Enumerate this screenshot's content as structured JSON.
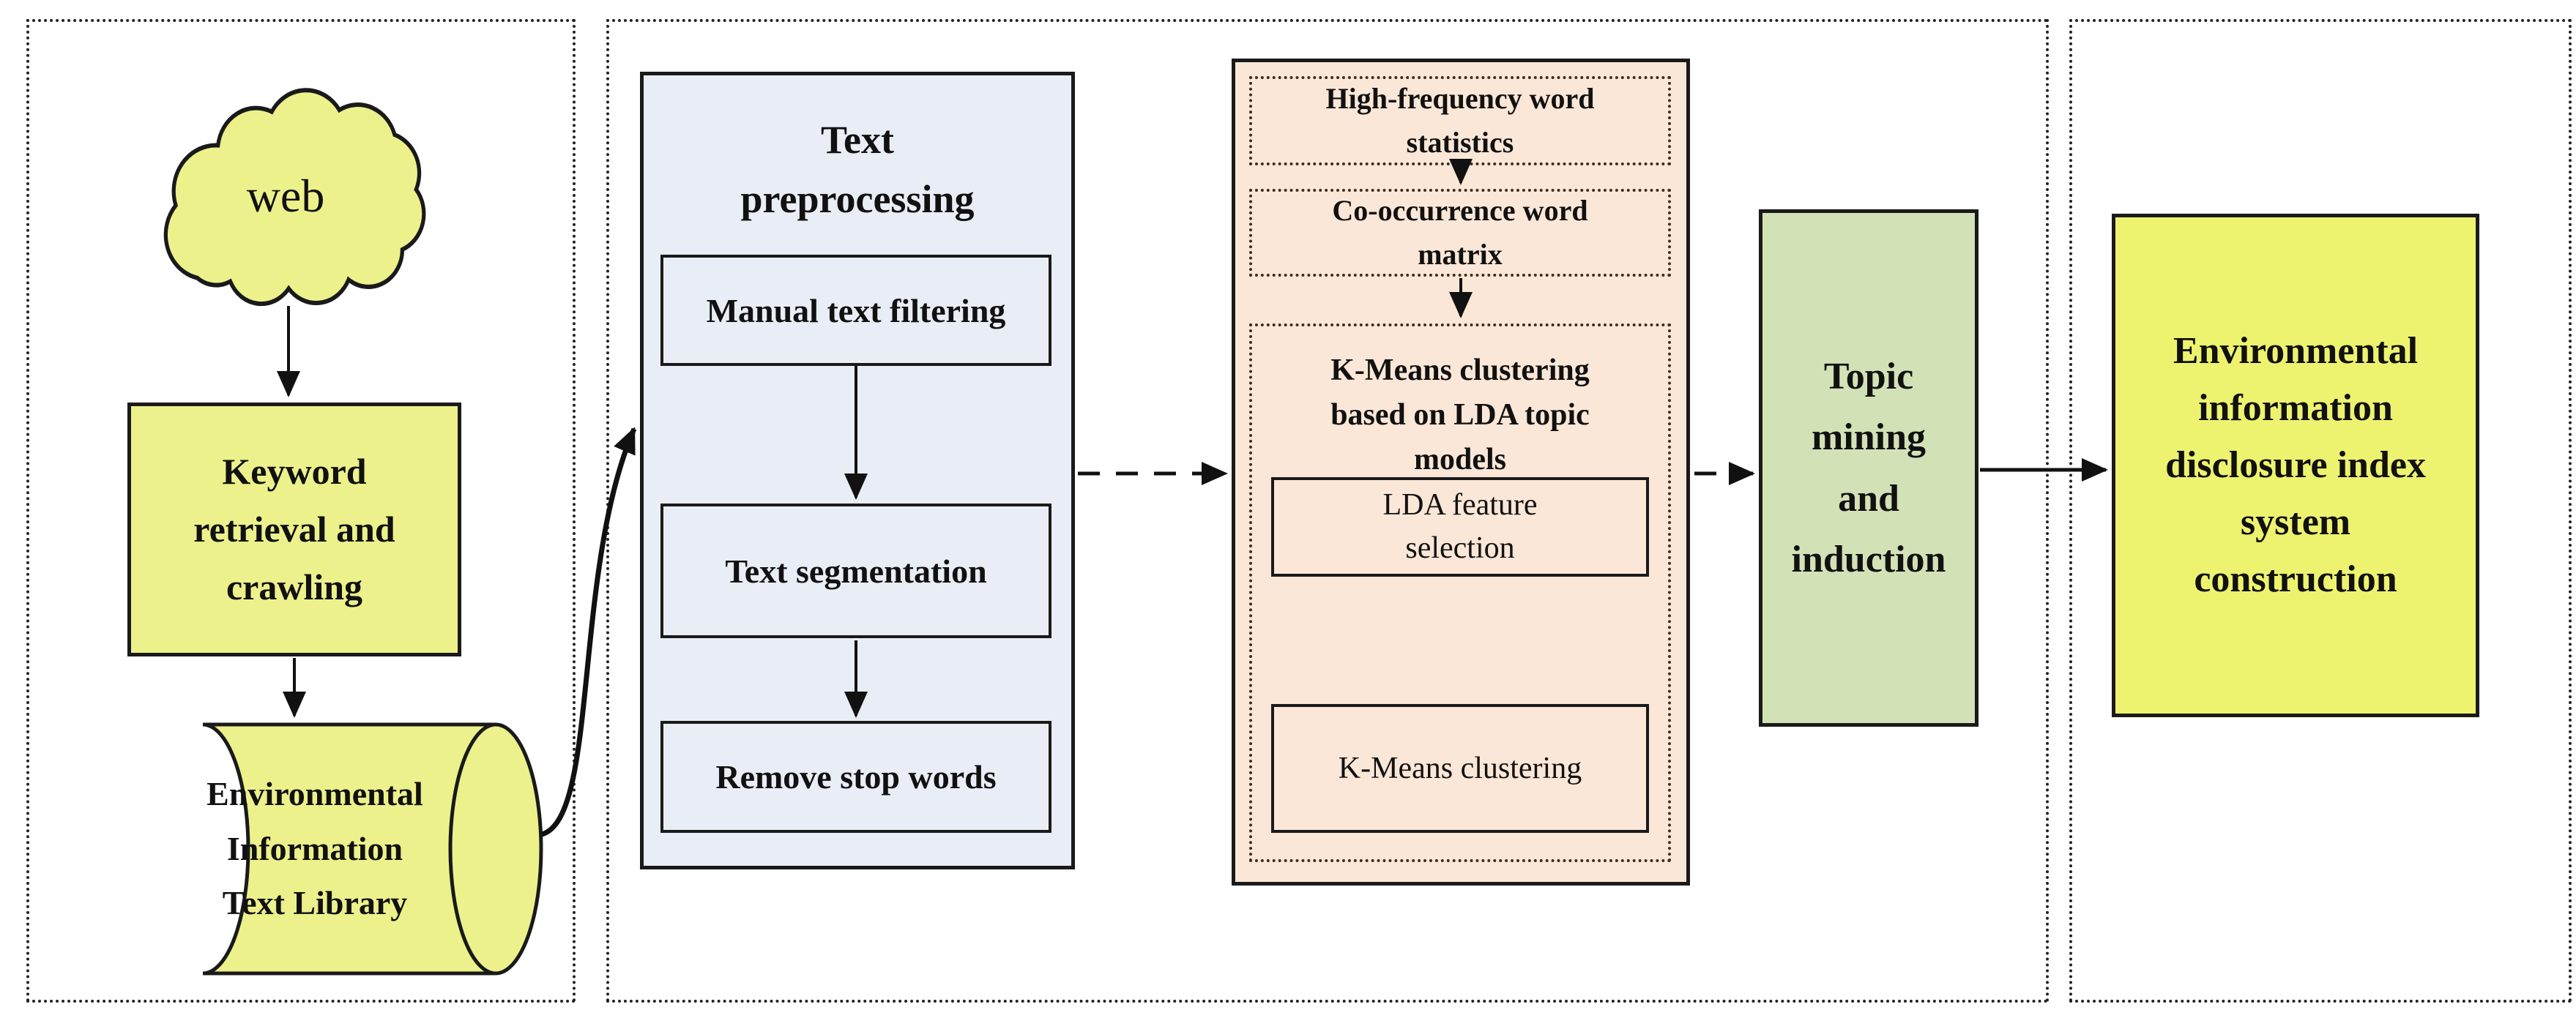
{
  "colors": {
    "yellow-left": "#ecf18b",
    "yellow-right": "#eef36f",
    "blue-fill": "#e9edf5",
    "peach-fill": "#fbe7d7",
    "green-fill": "#d3e1b7",
    "stroke": "#1a1a1a",
    "dotted-inner": "#3c2e1e",
    "section-dot": "#222222"
  },
  "nodes": {
    "web": {
      "label": "web"
    },
    "keyword": {
      "lines": [
        "Keyword",
        "retrieval and",
        "crawling"
      ]
    },
    "library": {
      "lines": [
        "Environmental",
        "Information",
        "Text Library"
      ]
    },
    "preprocessing": {
      "title_lines": [
        "Text",
        "preprocessing"
      ],
      "steps": [
        "Manual text filtering",
        "Text segmentation",
        "Remove stop words"
      ]
    },
    "high_frequency": {
      "lines": [
        "High-frequency word",
        "statistics"
      ]
    },
    "cooccurrence": {
      "lines": [
        "Co-occurrence word",
        "matrix"
      ]
    },
    "kmeans_lda": {
      "title_lines": [
        "K-Means clustering",
        "based on LDA topic",
        "models"
      ],
      "lda_step_lines": [
        "LDA feature",
        "selection"
      ],
      "kmeans_step_line": "K-Means clustering"
    },
    "topic_mining": {
      "lines": [
        "Topic",
        "mining",
        "and",
        "induction"
      ]
    },
    "index_system": {
      "lines": [
        "Environmental",
        "information",
        "disclosure index",
        "system",
        "construction"
      ]
    }
  },
  "icons": {
    "cloud": "cloud-shape",
    "cylinder": "database-cylinder-shape"
  }
}
